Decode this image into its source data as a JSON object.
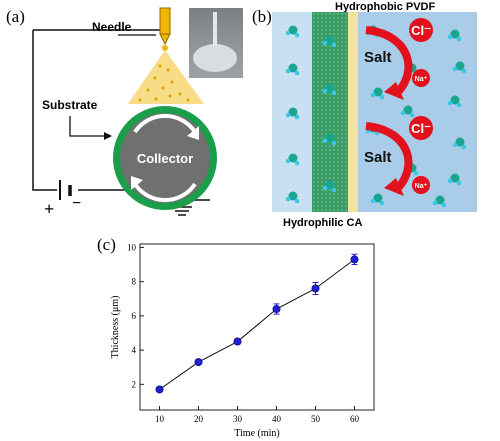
{
  "panel_a": {
    "panel_label": "(a)",
    "needle_label": "Needle",
    "substrate_label": "Substrate",
    "collector_label": "Collector",
    "plus_sign": "+",
    "minus_sign": "−"
  },
  "panel_b": {
    "panel_label": "(b)",
    "top_label": "Hydrophobic PVDF",
    "bottom_label": "Hydrophilic CA",
    "ion_chloride": "Cl⁻",
    "ion_sodium": "Na⁺",
    "salt_label": "Salt"
  },
  "panel_c": {
    "panel_label": "(c)"
  },
  "colors": {
    "collector_ring": "#1a9e4a",
    "collector_fill": "#707070",
    "needle": "#f2b705",
    "spray": "#f7d774",
    "water_bg": "#a9cde8",
    "ca_layer": "#2f8f5a",
    "pvdf_layer": "#f3e3a0",
    "ion_red": "#e3111b",
    "water_o": "#1aa58f",
    "water_h": "#37c8e8",
    "series": "#1f1fd6"
  },
  "chart_data": {
    "type": "line",
    "title": "",
    "xlabel": "Time (min)",
    "ylabel": "Thickness (μm)",
    "x": [
      10,
      20,
      30,
      40,
      50,
      60
    ],
    "xticks": [
      10,
      20,
      30,
      40,
      50,
      60
    ],
    "yticks": [
      2,
      4,
      6,
      8,
      10
    ],
    "xlim": [
      5,
      65
    ],
    "ylim": [
      0.5,
      10.2
    ],
    "series": [
      {
        "values": [
          1.7,
          3.3,
          4.5,
          6.4,
          7.6,
          9.3
        ],
        "errors": [
          0.1,
          0.1,
          0.15,
          0.3,
          0.35,
          0.3
        ]
      }
    ],
    "grid": false,
    "marker": "filled-circle"
  }
}
